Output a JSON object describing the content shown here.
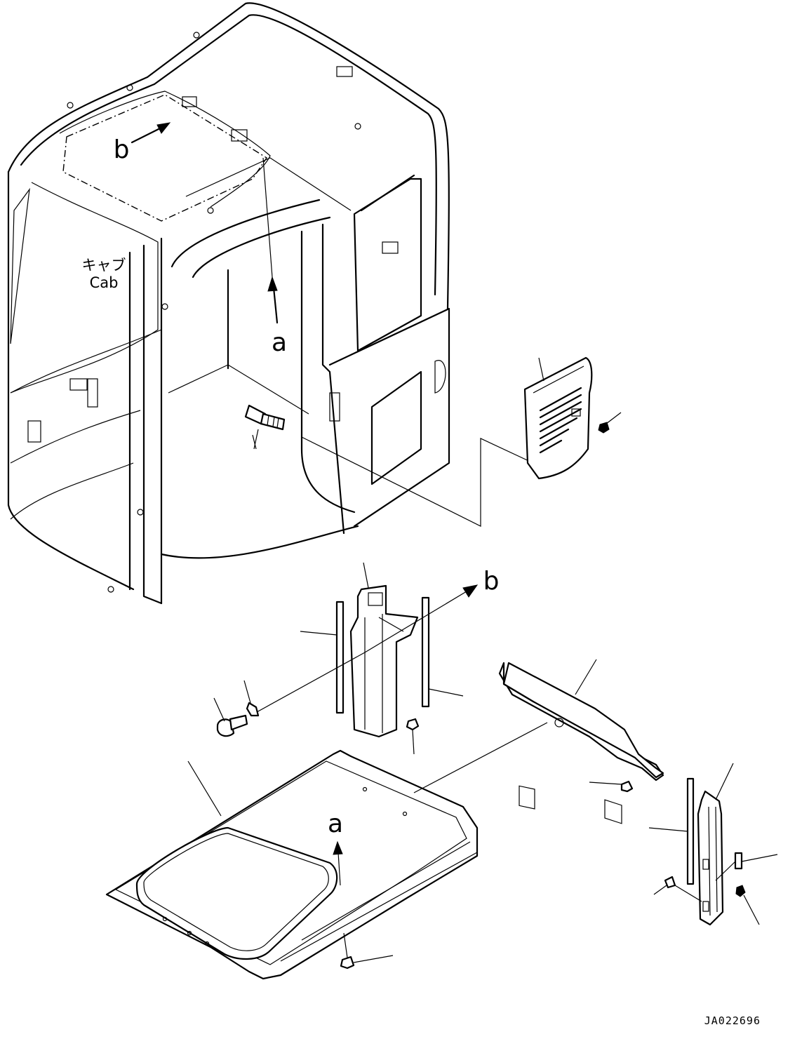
{
  "labels": {
    "cab_jp": "キャブ",
    "cab_en": "Cab",
    "view_a_top": "a",
    "view_b_top": "b",
    "view_a_bottom": "a",
    "view_b_bottom": "b",
    "ref_code": "JA022696"
  }
}
